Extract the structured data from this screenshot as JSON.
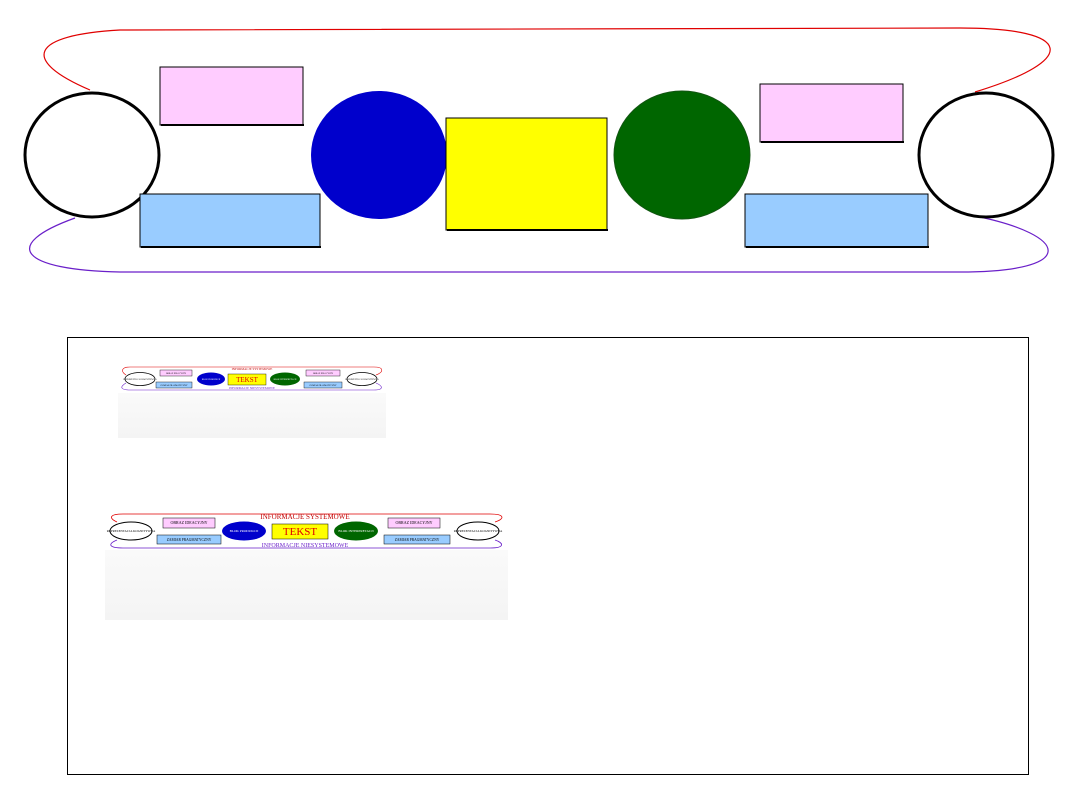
{
  "colors": {
    "red_loop": "#e00000",
    "purple_loop": "#6a1fc9",
    "blue_circle": "#0000cc",
    "green_circle": "#006600",
    "yellow_box": "#ffff00",
    "pink_box": "#ffccff",
    "light_blue_box": "#99ccff"
  },
  "thumbnails": {
    "top_loop_label": "INFORMACJE SYSTEMOWE",
    "bottom_loop_label": "INFORMACJE NIESYSTEMOWE",
    "center_label": "TEKST",
    "left_circle_label": "REPREZENTACJA KOGNITYWNA",
    "right_circle_label": "REPREZENTACJA KOGNITYWNA",
    "blue_circle_label": "BLOK PRODUKCJI",
    "green_circle_label": "BLOK INTERPRETACJI",
    "left_pink_label": "OBRAZ IDEACYJNY",
    "right_pink_label": "OBRAZ IDEACYJNY",
    "left_blue_label": "ZAMIAR PRAGMATYCZNY",
    "right_blue_label": "ZAMIAR PRAGMATYCZNY"
  }
}
